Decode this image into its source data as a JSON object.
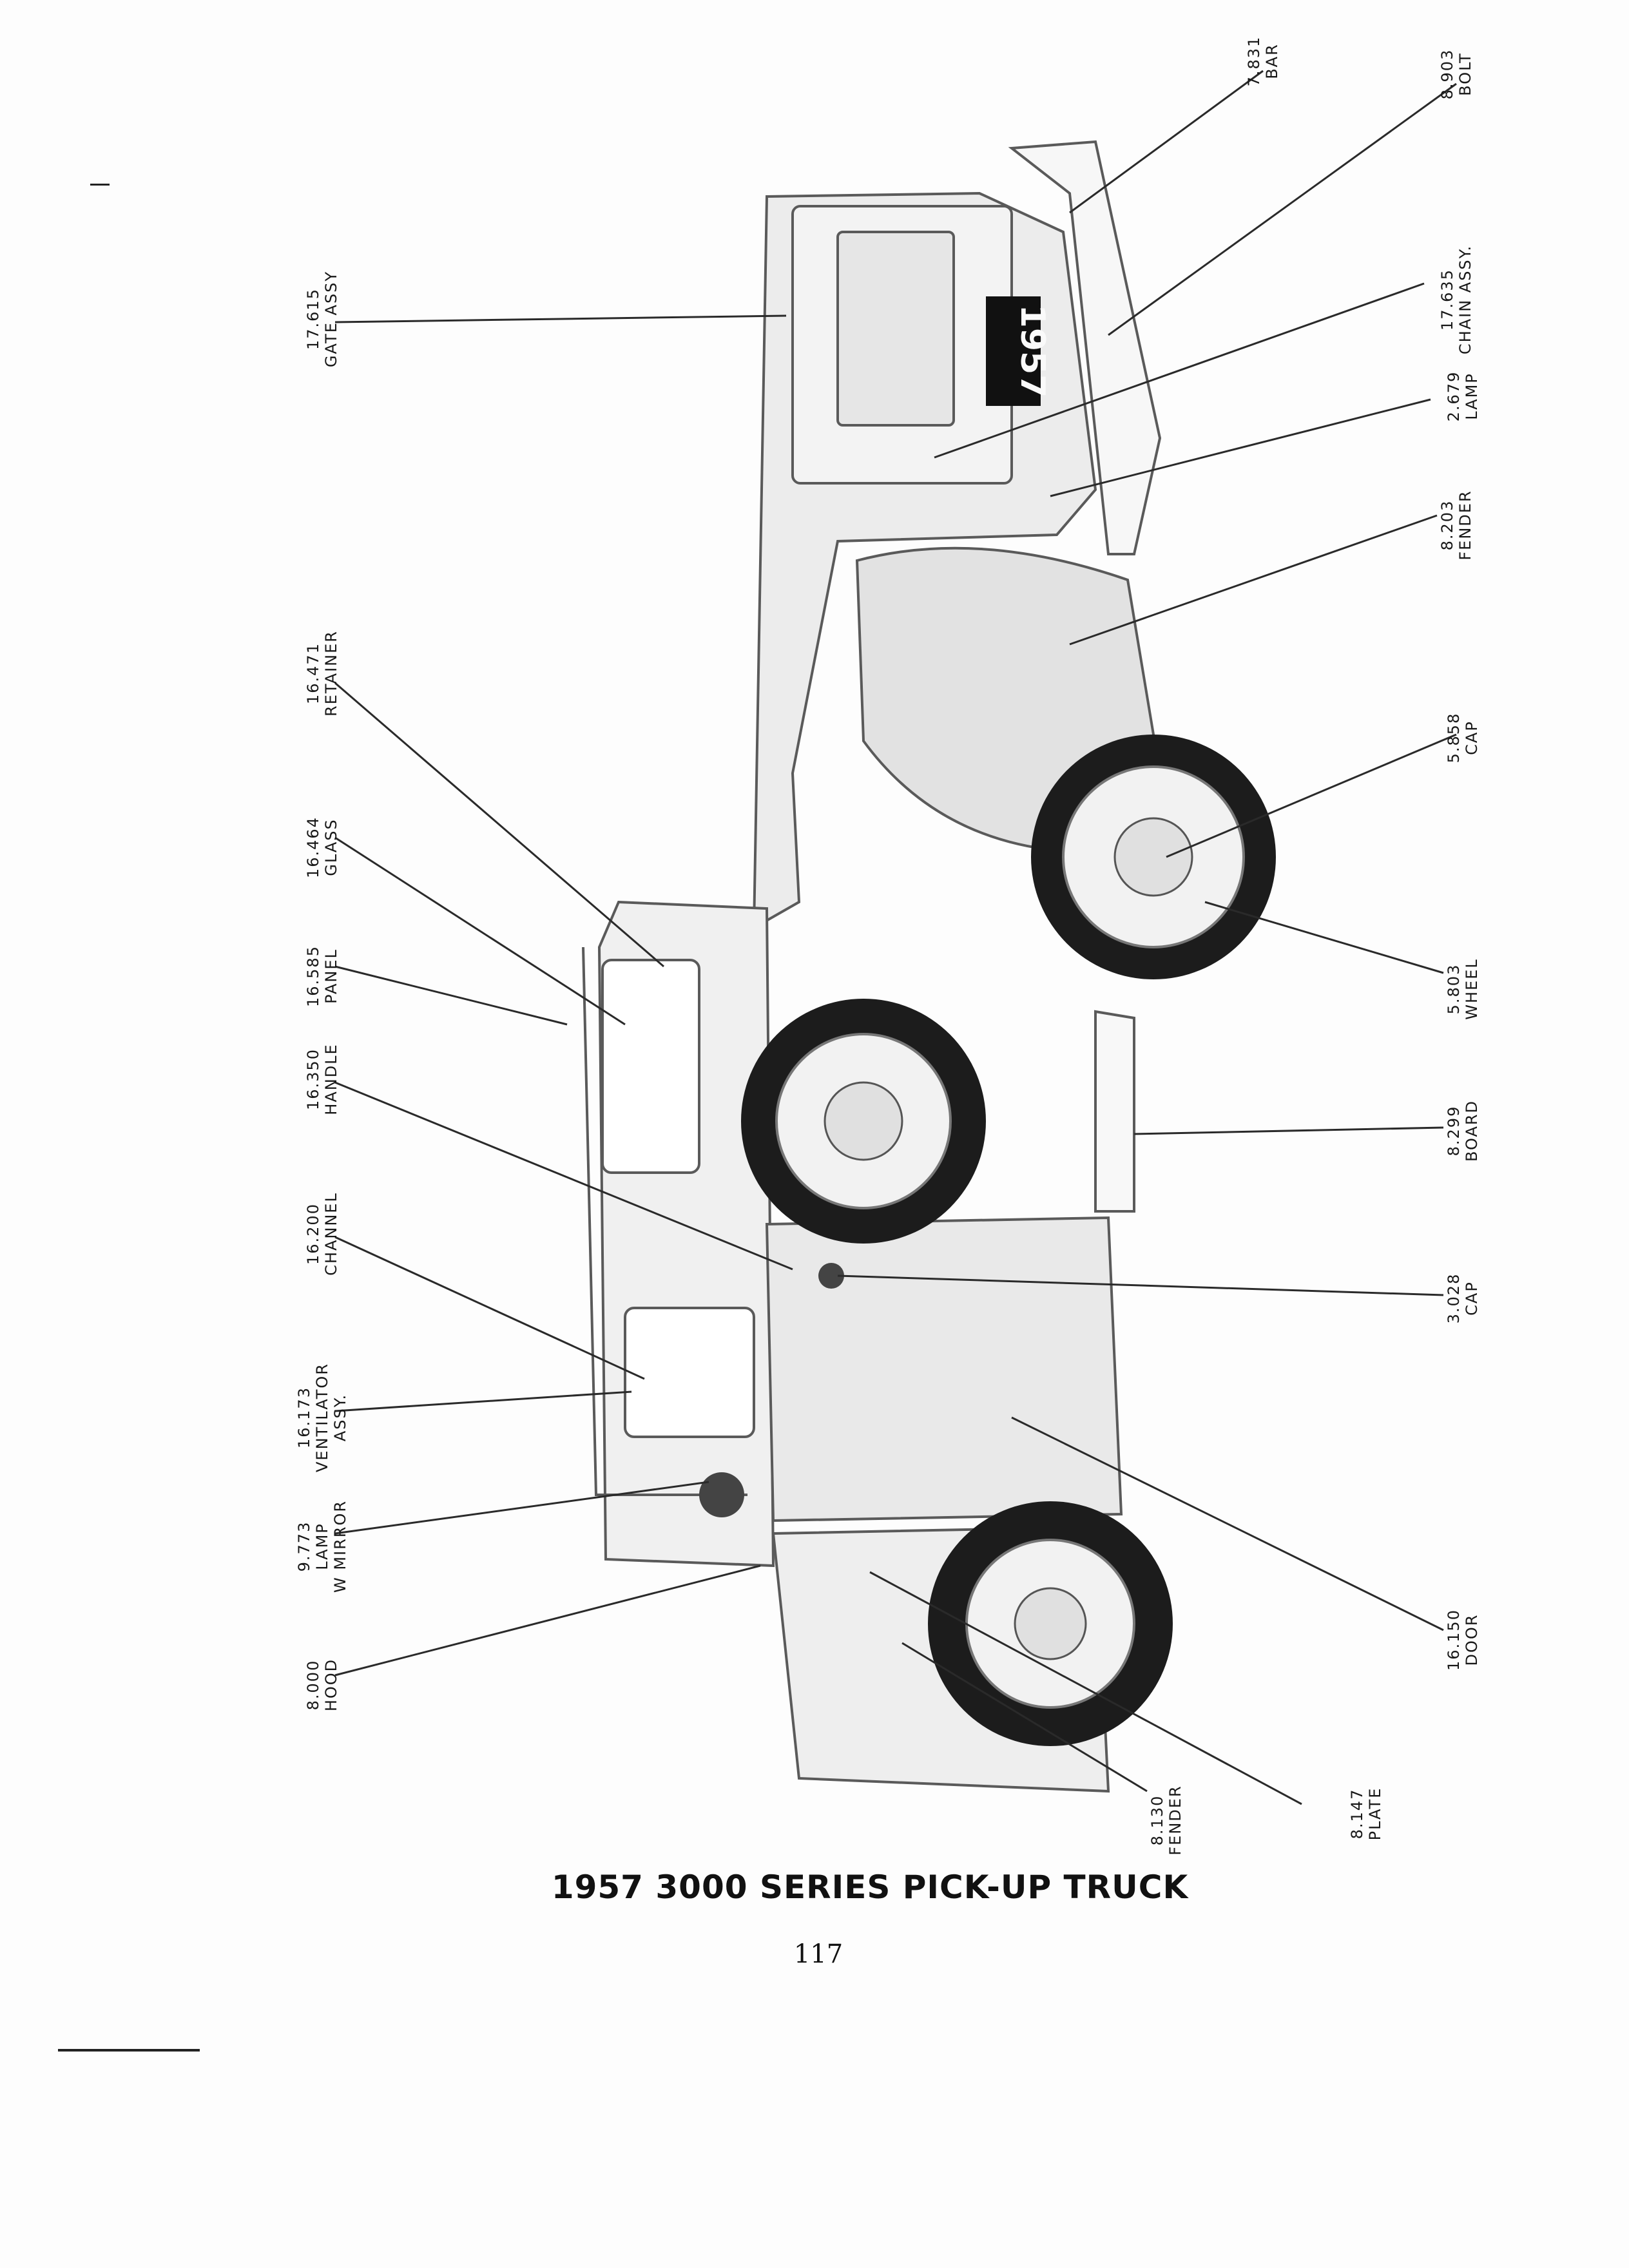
{
  "page": {
    "title": "1957 3000 SERIES PICK-UP TRUCK",
    "page_number": "117",
    "plate_text": "1957"
  },
  "callouts": [
    {
      "id": "bar",
      "number": "7.831",
      "lines": [
        "BAR"
      ]
    },
    {
      "id": "bolt",
      "number": "8.903",
      "lines": [
        "BOLT"
      ]
    },
    {
      "id": "chain",
      "number": "17.635",
      "lines": [
        "CHAIN ASSY."
      ]
    },
    {
      "id": "lamp-rear",
      "number": "2.679",
      "lines": [
        "LAMP"
      ]
    },
    {
      "id": "fender-rear",
      "number": "8.203",
      "lines": [
        "FENDER"
      ]
    },
    {
      "id": "cap-wheel",
      "number": "5.858",
      "lines": [
        "CAP"
      ]
    },
    {
      "id": "wheel",
      "number": "5.803",
      "lines": [
        "WHEEL"
      ]
    },
    {
      "id": "board",
      "number": "8.299",
      "lines": [
        "BOARD"
      ]
    },
    {
      "id": "cap-fuel",
      "number": "3.028",
      "lines": [
        "CAP"
      ]
    },
    {
      "id": "door",
      "number": "16.150",
      "lines": [
        "DOOR"
      ]
    },
    {
      "id": "plate",
      "number": "8.147",
      "lines": [
        "PLATE"
      ]
    },
    {
      "id": "fender-front",
      "number": "8.130",
      "lines": [
        "FENDER"
      ]
    },
    {
      "id": "gate",
      "number": "17.615",
      "lines": [
        "GATE ASSY"
      ]
    },
    {
      "id": "retainer",
      "number": "16.471",
      "lines": [
        "RETAINER"
      ]
    },
    {
      "id": "glass",
      "number": "16.464",
      "lines": [
        "GLASS"
      ]
    },
    {
      "id": "panel",
      "number": "16.585",
      "lines": [
        "PANEL"
      ]
    },
    {
      "id": "handle",
      "number": "16.350",
      "lines": [
        "HANDLE"
      ]
    },
    {
      "id": "channel",
      "number": "16.200",
      "lines": [
        "CHANNEL"
      ]
    },
    {
      "id": "ventilator",
      "number": "16.173",
      "lines": [
        "VENTILATOR",
        "ASSY."
      ]
    },
    {
      "id": "mirror",
      "number": "9.773",
      "lines": [
        "LAMP",
        "W MIRROR"
      ]
    },
    {
      "id": "hood",
      "number": "8.000",
      "lines": [
        "HOOD"
      ]
    }
  ]
}
